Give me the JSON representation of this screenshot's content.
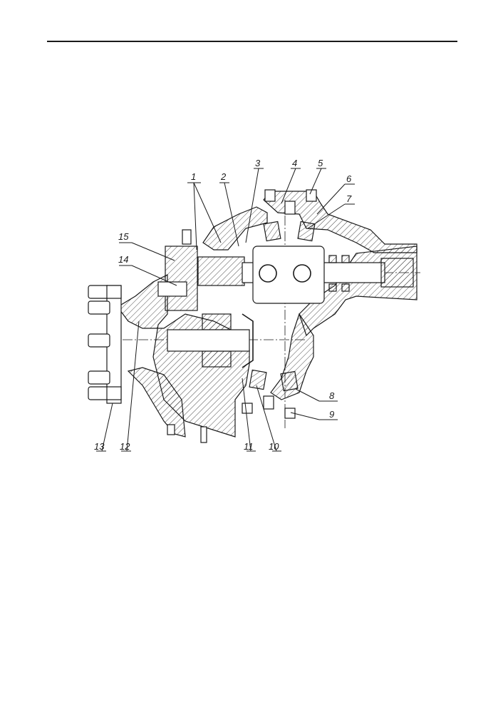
{
  "figure": {
    "callouts": [
      "1",
      "2",
      "3",
      "4",
      "5",
      "6",
      "7",
      "8",
      "9",
      "10",
      "11",
      "12",
      "13",
      "14",
      "15"
    ]
  }
}
